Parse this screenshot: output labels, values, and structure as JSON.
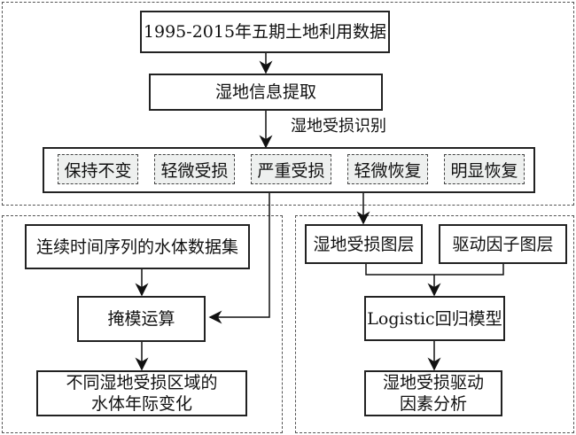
{
  "top": {
    "source_data": "1995-2015年五期土地利用数据",
    "extraction": "湿地信息提取",
    "identification_label": "湿地受损识别",
    "categories": [
      "保持不变",
      "轻微受损",
      "严重受损",
      "轻微恢复",
      "明显恢复"
    ]
  },
  "left": {
    "water_dataset": "连续时间序列的水体数据集",
    "mask_operation": "掩模运算",
    "result_line1": "不同湿地受损区域的",
    "result_line2": "水体年际变化"
  },
  "right": {
    "damage_layer": "湿地受损图层",
    "driver_layer": "驱动因子图层",
    "model": "Logistic回归模型",
    "result_line1": "湿地受损驱动",
    "result_line2": "因素分析"
  }
}
